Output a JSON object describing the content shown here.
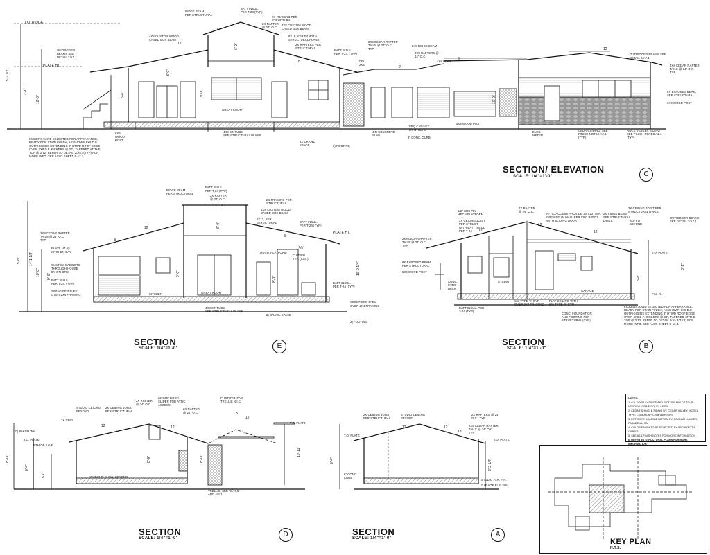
{
  "sections": {
    "c": {
      "title": "SECTION/ ELEVATION",
      "scale": "SCALE: 1/4\"=1'-0\"",
      "bubble": "C"
    },
    "e": {
      "title": "SECTION",
      "scale": "SCALE: 1/4\"=1'-0\"",
      "bubble": "E"
    },
    "b": {
      "title": "SECTION",
      "scale": "SCALE: 1/4\"=1'-0\"",
      "bubble": "B"
    },
    "d": {
      "title": "SECTION",
      "scale": "SCALE: 1/4\"=1'-0\"",
      "bubble": "D"
    },
    "a": {
      "title": "SECTION",
      "scale": "SCALE: 1/4\"=1'-0\"",
      "bubble": "A"
    }
  },
  "key_plan": {
    "title": "KEY PLAN",
    "scale": "N.T.S."
  },
  "notes": {
    "heading": "NOTES:",
    "items": [
      "1. ALL DOOR CASINGS AND PICTURE MOLDS TO BE VERTICAL GRAIN DOUGLAS FIR.",
      "2. CEDAR SHINGLE SIDING BY: CEDAR VALLEY, MODEL TYPE: CEDAR LAP, CedarValley.com",
      "3. EXTERIOR BOARD & BATTEN BY: GRAHAM LUMBER, PASADENA, CA.",
      "4. COLOR FINISH TO BE SELECTED BY ARCHITECT & OWNER.",
      "5. SEE A2.1 FINISH NOTES FOR MORE INFORMATION.",
      "6. REFER TO STRUCTURAL PLANS FOR MORE INFORMATION."
    ]
  },
  "labels": {
    "c_ridge_beam": "RIDGE BEAM\nPER STRUCTURAL",
    "c_batt": "BATT INSUL.\nPER T-24 (TYP)",
    "c_2x_rafter": "2X RAFTER\n@ 24\" O.C.",
    "c_2x_framing": "2X FRAMING PER\nSTRUCTURAL",
    "c_custom_wood": "4X8 CUSTOM WOOD\nCASED BOX BEAM",
    "c_verify": "6X18, VERIFY WITH\nSTRUCTURAL PLANS",
    "c_2x_rafters_str": "2X RAFTERS PER\nSTRUCTURAL",
    "c_batt2": "BATT INSUL.\nPER T-24, (TYP)",
    "c_cedar_rafter": "2X8 CEDAR RAFTER\nTAILS @ 24\" O.C.\nTYP.",
    "c_ridge_beam2": "2X8 RIDGE BEAM",
    "c_2x8_rafters": "2X8 RAFTERS @\n24\" O.C.",
    "c_4x8_beam": "4X8 BEAM",
    "c_outrigger": "OUTRIGGER BEAMS SEE\nDETAIL 2/A7.1",
    "c_cedar_rafter_r": "2X8 CEDAR RAFTER\nTAILS @ 24\" O.C.\nTYP.",
    "c_exposed": "6X EXPOSED BEAM,\nSEE STRUCTURAL",
    "c_wood_post": "6X6 WOOD POST",
    "c_outrigger_l": "OUTRIGGER\nBEAMS SEE\nDETAIL 2/A7.1",
    "c_custom_wood_l": "4X8 CUSTOM WOOD\nCASED BOX BEAM",
    "c_to_ridge": "T.O. RIDGE",
    "c_plate_ht": "PLATE HT.",
    "c_great_room": "GREAT ROOM",
    "c_tube": "4X8 ST. TUBE\nSEE STRUCTURAL PLANS",
    "c_crawl": "2X CRAWL\nSPACE",
    "c_footing": "2) FOOTING",
    "c_slab": "4IN CONCRETE\nSLAB",
    "c_cabinet": "BBQ CABINET\nBY OTHERS",
    "c_curb": "6\" CONC. CURB",
    "c_post": "4X4 WOOD POST",
    "c_elec": "ELEC.\nMETER",
    "c_cedar_siding": "CEDAR SIDING, SEE\nFINISH NOTES A2.1\n(TYP)",
    "c_rock": "ROCK VENEER SIDING\nSEE FINISH NOTES A2.1\n(TYP)",
    "c_6x6_post": "6X6\nWOOD\nPOST",
    "c_kickers": "KICKERS HAND SELECTED FOR APPEARANCE,\nREADY FOR STAIN FINISH, AS SHOWN 6X8 D.F.\nOUTRIGGERS EXTENDING 8\" BTWD ROOF EDGE\nOVER 4X8 D.F. KICKERS @ 30\", TAPERED AT THE\nTOP @ 3/12. REFER TO DETAIL 2/A5.4(TYP) FOR\nMORE INFO. SEE ALSO SHEET S-13.3.",
    "c_dfl": "DFL\n2X4",
    "e_ridge_beam": "RIDGE BEAM\nPER STRUCTURAL",
    "e_batt": "BATT INSUL.\nPER T-24 (TYP)",
    "e_2x_rafter": "2X RAFTER\n@ 24\" O.C.",
    "e_2x_framing": "2X FRAMING PER\nSTRUCTURAL",
    "e_custom_wood": "4X8 CUSTOM WOOD\nCASED BOX BEAM",
    "e_6x12": "6X12, PER\nSTRUCTURAL",
    "e_batt2": "BATT INSUL.\nPER T-24 (TYP)",
    "e_plate_ht": "PLATE HT.",
    "e_cedar": "2X8 CEDAR RAFTER\nTAILS @ 24\" O.C.\nTYP.",
    "e_plate_ht_kitchen": "PLATE HT. @\nKITCHEN BAY",
    "e_custom_cab": "CUSTOM CABINETS\nTHROUGH HOUSE,\nBY OTHERS",
    "e_batt3": "BATT INSUL.\nPER T-24, (TYP)",
    "e_siding": "SIDING PER ELEV.\nOVER 2X4 FRAMING",
    "e_kitchen": "KITCHEN",
    "e_great_room": "GREAT ROOM",
    "e_tube": "4X8 ST. TUBE,\nSEE STRUCTURAL PLANS",
    "e_crawl": "2) CRAWL SPACE",
    "e_footing": "2) FOOTING",
    "e_batt4": "BATT INSUL.\nPER T-24 (TYP)",
    "e_siding2": "SIDING PER ELEV.\nOVER 2X4 FRAMING",
    "e_mech": "MECH. PLATFORM",
    "e_curved": "CURVED\nTYP. (CAT.)",
    "b_2x_rafter": "2X RAFTER\n@ 24\" O.C.",
    "b_ply": "1/2\" CDX PLY\nMECH PLATFORM",
    "b_ceiling": "2X CEILING JOIST\nPER STRUCT.\nWITH BATT INSUL.\nPER T-24",
    "b_attic": "ATTIC ACCESS PROVIDE 30\"X22\" MIN.\nOPENING IN WALL PER CRC R807.1\nWITH SLIDING DOOR",
    "b_ridge": "2X RIDGE BEAM,\nSEE STRUCTURAL\nDWGS.",
    "b_2x_ceiling": "2X CEILING JOIST PER\nSTRUCTURAL DWGS.",
    "b_soffit": "SOFFIT\nBEYOND",
    "b_outrigger": "OUTRIGGER BEAMS\nSEE DETAIL 2/A7.1",
    "b_cedar": "2X8 CEDAR RAFTER\nTAILS @ 24\" O.C.\nTYP.",
    "b_exposed": "6X EXPOSED BEAM\nPER STRUCTURAL",
    "b_post": "6X6 WOOD POST",
    "b_patio": "CONC.\nPATIO\nDECK",
    "b_studio": "STUDIO",
    "b_garage": "GARAGE",
    "b_batt": "BATT INSUL. PER\nT-24 (TYP)",
    "b_ss": "S/S TYPE 'X' GYP.\nOVER 2X4 FRAMING.",
    "b_flat": "FLAT CEILING WITH\nS/S TYPE 'X' GYP.",
    "b_conc": "CONC. FOUNDATION\nAND FOOTING PER\nSTRUCTURAL (TYP)",
    "b_kickers": "KICKERS HAND SELECTED FOR APPEARANCE,\nREADY FOR STAIN FINISH, AS SHOWN 6X8 D.F.\nOUTRIGGERS EXTENDING 8\" BTWD ROOF EDGE\nOVER 4X8 D.F. KICKERS @ 30\", TAPERED AT THE\nTOP @ 3/12. REFER TO DETAIL 2/A5.4(TYP) FOR\nMORE INFO. SEE ALSO SHEET S-13.3.",
    "b_to_plate": "T.O. PLATE",
    "b_fin_fl": "FIN. FL",
    "d_studio": "STUDIO CEILING\nBEYOND",
    "d_2x_grid": "2X GRID",
    "d_ceiling": "2X CEILING JOIST,\nPER STRUCTURAL",
    "d_rafter": "2X RAFTER\n@ 24\" O.C.",
    "d_door": "22\"X30\" DOOR\nSLIDER FOR ATTIC\nACCESS",
    "d_rafter2": "2X RAFTER\n@ 24\" O.C.",
    "d_photo": "PHOTOVOLTAIC\nTRELLIS N.I.C.",
    "d_wall": "10) 8 HIGH WALL",
    "d_plate": "T.O. PLATE",
    "d_plate2": "T.O. PLATE",
    "d_btm": "BTM OF EAVE",
    "d_studio_fin": "STUDIO FLR. FIN. BEYOND",
    "d_trellis": "TRELLIS, SEE 'D/A7.5'\nAND 4/S.1",
    "a_ceiling": "2X CEILING JOIST\nPER STRUCTURAL",
    "a_studio": "STUDIO CEILING\nBEYOND",
    "a_rafters": "2X RAFTERS @ 24\"\nO.C., TYP.",
    "a_cedar": "2X8 CEDAR RAFTER\nTAILS @ 24\" O.C.\nTYP.",
    "a_plate": "T.O. PLATE",
    "a_plate2": "T.O. PLATE",
    "a_studio_fl": "STUDIO FLR. FIN.",
    "a_garage": "GARAGE FLR. FIN.",
    "a_conc": "6\" CONC.\nCURB"
  },
  "dims": {
    "c_1": "12",
    "c_2": "12",
    "c_3": "8",
    "c_4": "2",
    "c_5": "8",
    "c_6": "12",
    "c_h1": "15'-2 1/2\"",
    "c_h2": "12'-1\"",
    "c_h3": "10'-0\"",
    "c_h4": "6'-0\"",
    "c_h5": "9'-0\"",
    "c_h6": "6'-6\"",
    "c_h7": "10'-0\"",
    "c_h8": "3'-0\"",
    "e_1": "12",
    "e_2": "12",
    "e_3": "8",
    "e_4": "8",
    "e_h1": "15'-8\"",
    "e_h2": "14'-1 1/2\"",
    "e_h3": "10'-0\"",
    "e_h4": "9'-6\"",
    "e_h5": "6'-0\"",
    "e_h6": "9'-0\"",
    "e_h7": "8'-0\"",
    "e_h8": "10'-0 1/4\"",
    "e_30": "30\"",
    "b_1": "12",
    "b_2": "12",
    "b_3": "12",
    "b_h1": "8'-1\"",
    "b_h2": "8'-8\"",
    "d_1": "12",
    "d_2": "12",
    "d_3": "3",
    "d_4": "12",
    "d_h1": "8'-11\"",
    "d_h2": "8'-4\"",
    "d_h3": "8'-9\"",
    "d_h4": "8'-11\"",
    "d_h5": "10'-11\"",
    "d_h6": "5'-0\"",
    "a_1": "12",
    "a_2": "12",
    "a_3": "13",
    "a_h1": "9'-4\"",
    "a_h2": "8'-2 1/2\""
  }
}
